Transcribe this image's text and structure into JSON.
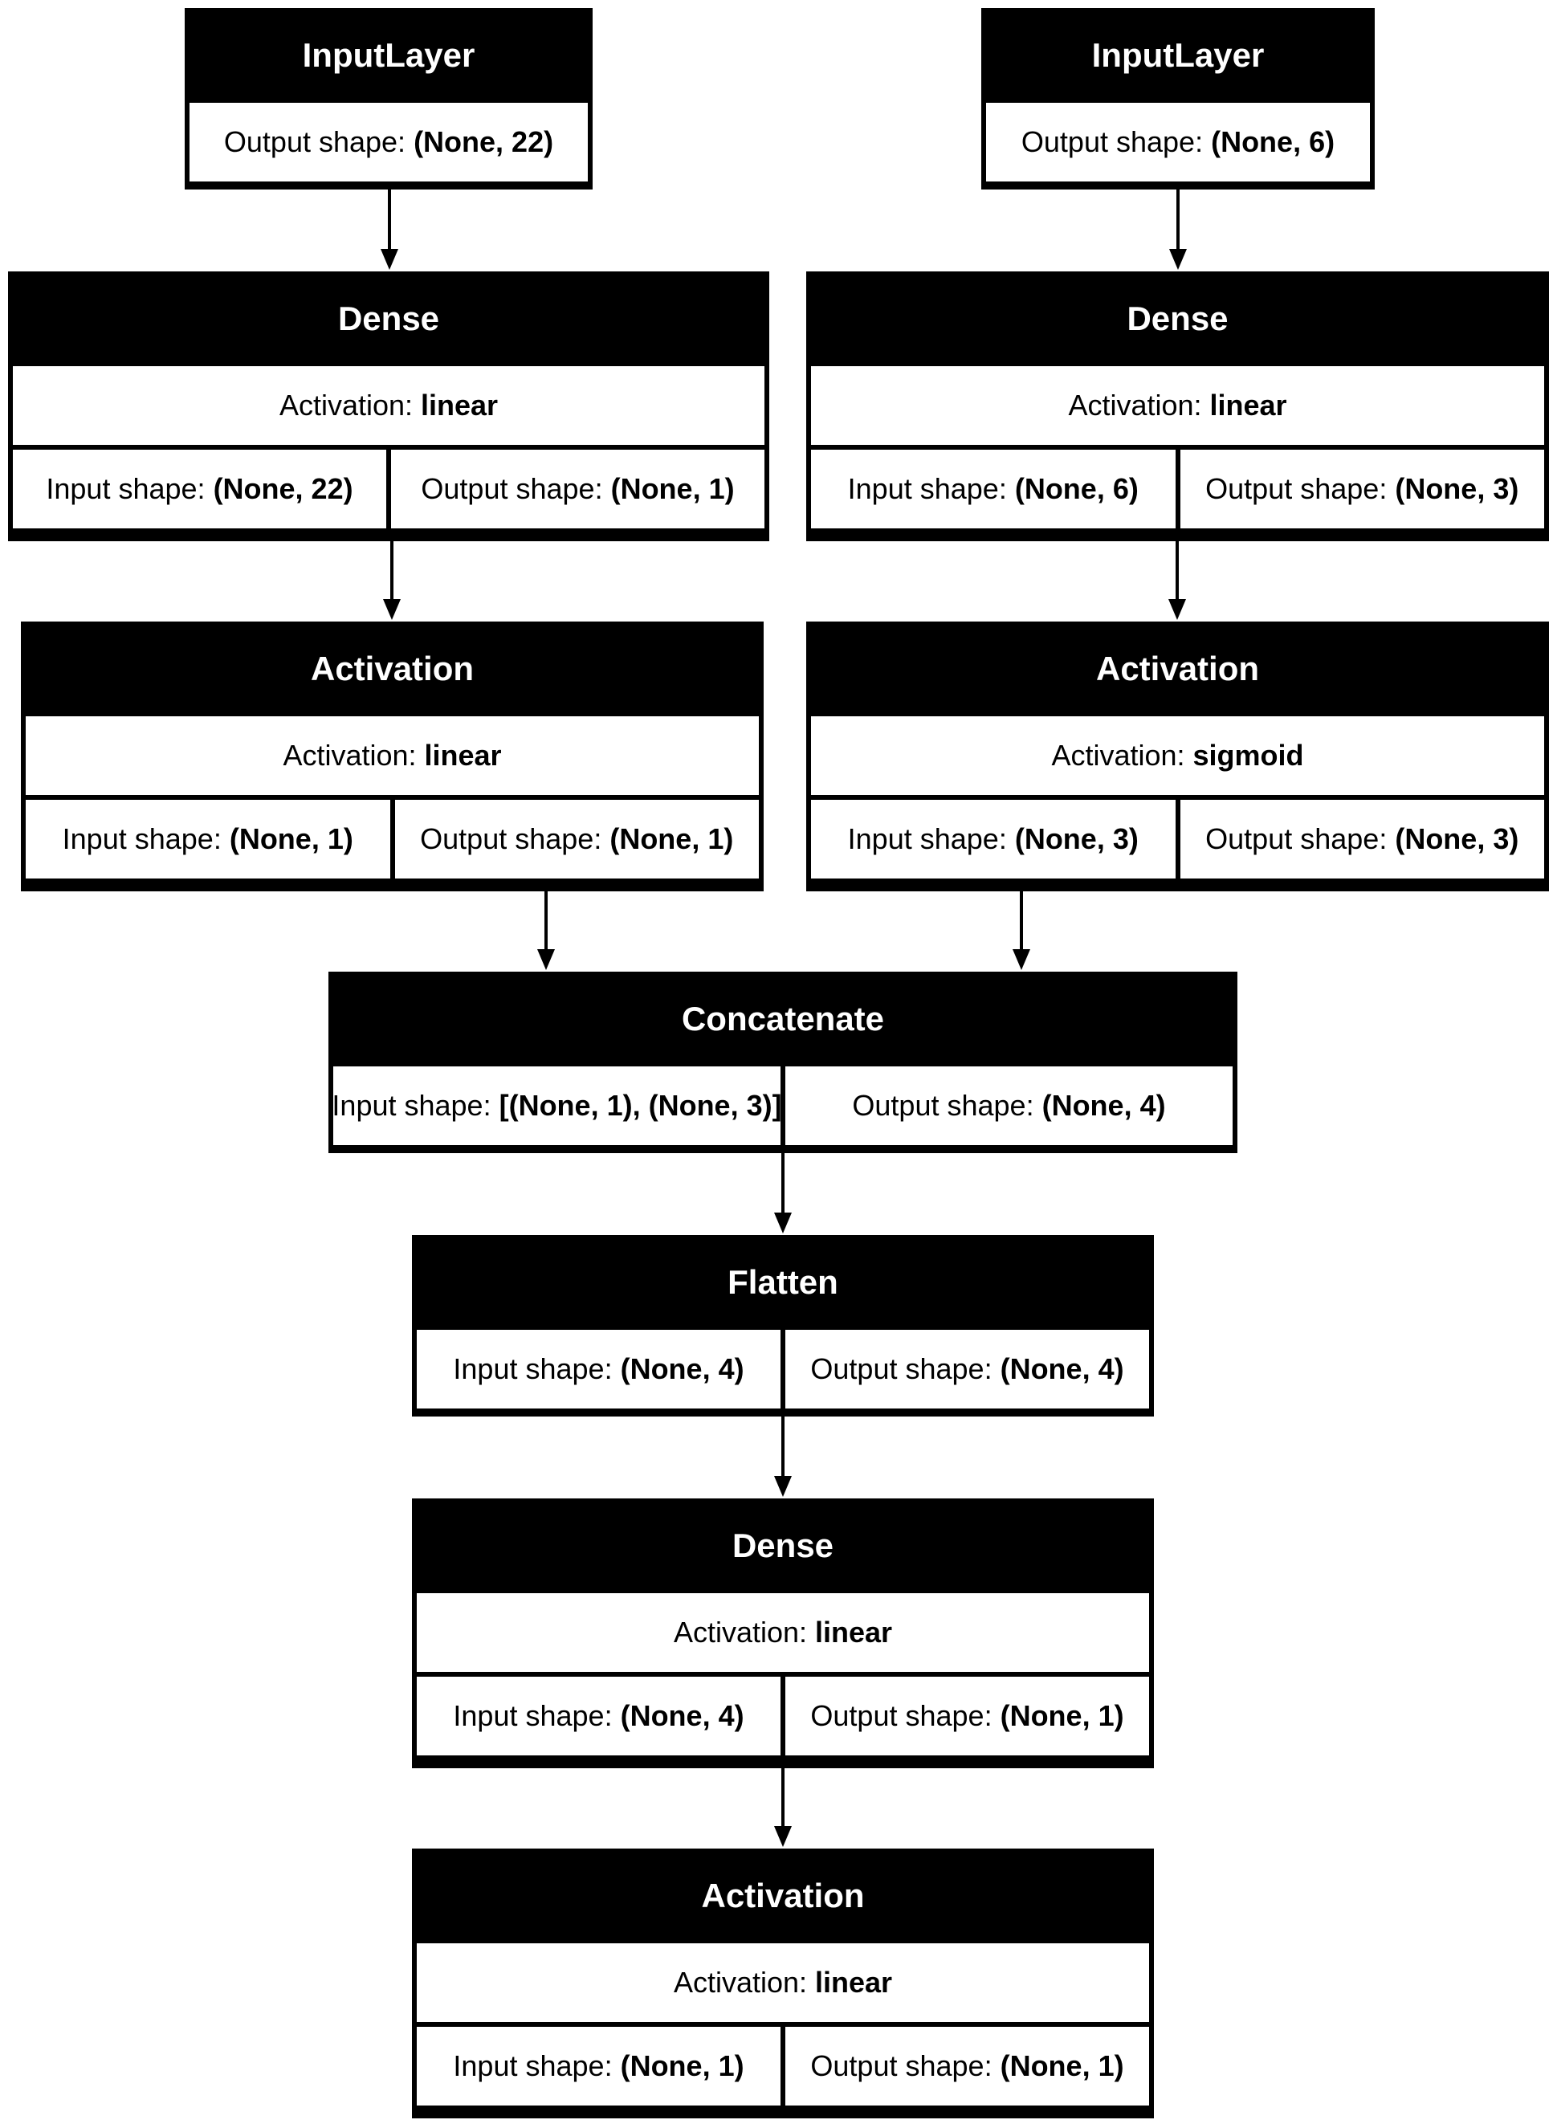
{
  "nodes": [
    {
      "id": "input1",
      "title": "InputLayer",
      "rows": [
        [
          {
            "label": "Output shape:",
            "value": "(None, 22)"
          }
        ]
      ]
    },
    {
      "id": "input2",
      "title": "InputLayer",
      "rows": [
        [
          {
            "label": "Output shape:",
            "value": "(None, 6)"
          }
        ]
      ]
    },
    {
      "id": "dense1",
      "title": "Dense",
      "rows": [
        [
          {
            "label": "Activation:",
            "value": "linear"
          }
        ],
        [
          {
            "label": "Input shape:",
            "value": "(None, 22)"
          },
          {
            "label": "Output shape:",
            "value": "(None, 1)"
          }
        ]
      ]
    },
    {
      "id": "dense2",
      "title": "Dense",
      "rows": [
        [
          {
            "label": "Activation:",
            "value": "linear"
          }
        ],
        [
          {
            "label": "Input shape:",
            "value": "(None, 6)"
          },
          {
            "label": "Output shape:",
            "value": "(None, 3)"
          }
        ]
      ]
    },
    {
      "id": "act1",
      "title": "Activation",
      "rows": [
        [
          {
            "label": "Activation:",
            "value": "linear"
          }
        ],
        [
          {
            "label": "Input shape:",
            "value": "(None, 1)"
          },
          {
            "label": "Output shape:",
            "value": "(None, 1)"
          }
        ]
      ]
    },
    {
      "id": "act2",
      "title": "Activation",
      "rows": [
        [
          {
            "label": "Activation:",
            "value": "sigmoid"
          }
        ],
        [
          {
            "label": "Input shape:",
            "value": "(None, 3)"
          },
          {
            "label": "Output shape:",
            "value": "(None, 3)"
          }
        ]
      ]
    },
    {
      "id": "concat",
      "title": "Concatenate",
      "rows": [
        [
          {
            "label": "Input shape:",
            "value": "[(None, 1), (None, 3)]"
          },
          {
            "label": "Output shape:",
            "value": "(None, 4)"
          }
        ]
      ]
    },
    {
      "id": "flatten",
      "title": "Flatten",
      "rows": [
        [
          {
            "label": "Input shape:",
            "value": "(None, 4)"
          },
          {
            "label": "Output shape:",
            "value": "(None, 4)"
          }
        ]
      ]
    },
    {
      "id": "dense3",
      "title": "Dense",
      "rows": [
        [
          {
            "label": "Activation:",
            "value": "linear"
          }
        ],
        [
          {
            "label": "Input shape:",
            "value": "(None, 4)"
          },
          {
            "label": "Output shape:",
            "value": "(None, 1)"
          }
        ]
      ]
    },
    {
      "id": "act3",
      "title": "Activation",
      "rows": [
        [
          {
            "label": "Activation:",
            "value": "linear"
          }
        ],
        [
          {
            "label": "Input shape:",
            "value": "(None, 1)"
          },
          {
            "label": "Output shape:",
            "value": "(None, 1)"
          }
        ]
      ]
    }
  ],
  "edges": [
    {
      "from": "input1",
      "to": "dense1"
    },
    {
      "from": "input2",
      "to": "dense2"
    },
    {
      "from": "dense1",
      "to": "act1"
    },
    {
      "from": "dense2",
      "to": "act2"
    },
    {
      "from": "act1",
      "to": "concat"
    },
    {
      "from": "act2",
      "to": "concat"
    },
    {
      "from": "concat",
      "to": "flatten"
    },
    {
      "from": "flatten",
      "to": "dense3"
    },
    {
      "from": "dense3",
      "to": "act3"
    }
  ]
}
